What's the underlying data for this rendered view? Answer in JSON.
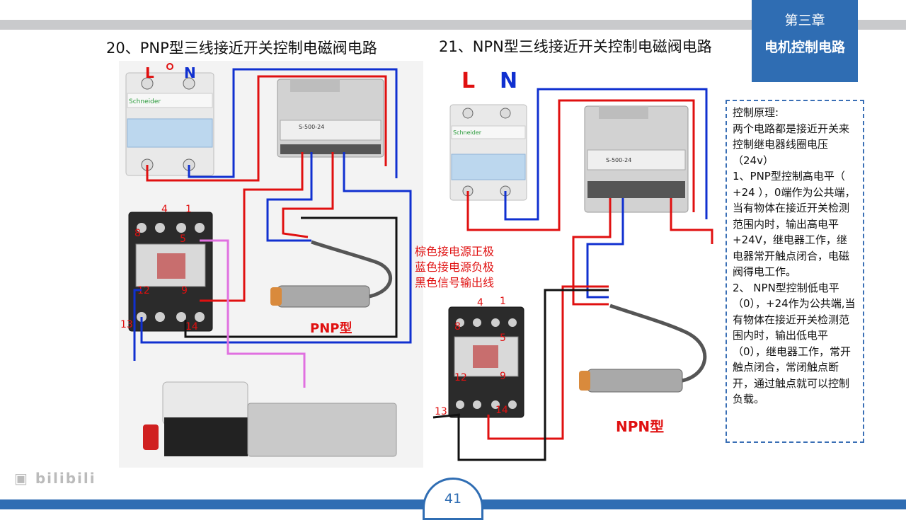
{
  "chapter": {
    "number": "第三章",
    "title": "电机控制电路"
  },
  "left_figure": {
    "title": "20、PNP型三线接近开关控制电磁阀电路",
    "label_L": "L",
    "label_N": "N",
    "terminal_labels": [
      "4",
      "1",
      "8",
      "5",
      "12",
      "9",
      "13",
      "14"
    ],
    "type_label": "PNP型",
    "psu_model": "S-500-24",
    "breaker_brand": "Schneider"
  },
  "right_figure": {
    "title": "21、NPN型三线接近开关控制电磁阀电路",
    "label_L": "L",
    "label_N": "N",
    "terminal_labels": [
      "4",
      "1",
      "8",
      "5",
      "12",
      "9",
      "13",
      "14"
    ],
    "type_label": "NPN型",
    "psu_model": "S-500-24",
    "breaker_brand": "Schneider"
  },
  "wire_legend": [
    "棕色接电源正极",
    "蓝色接电源负极",
    "黑色信号输出线"
  ],
  "note_lines": [
    "控制原理:",
    "两个电路都是接近开关来控制继电器线圈电压（24v）",
    "1、PNP型控制高电平（ +24 ），0端作为公共端，当有物体在接近开关检测范围内时，输出高电平+24V，继电器工作，继电器常开触点闭合，电磁阀得电工作。",
    "2、 NPN型控制低电平（0），+24作为公共端,当有物体在接近开关检测范围内时，输出低电平（0），继电器工作，常开触点闭合，常闭触点断开，通过触点就可以控制负载。"
  ],
  "page_number": "41",
  "watermark_icon": "bilibili-logo",
  "colors": {
    "accent": "#2f6db3",
    "wire_red": "#e01010",
    "wire_blue": "#1030d0",
    "wire_pink": "#e070e0",
    "wire_black": "#111111"
  }
}
